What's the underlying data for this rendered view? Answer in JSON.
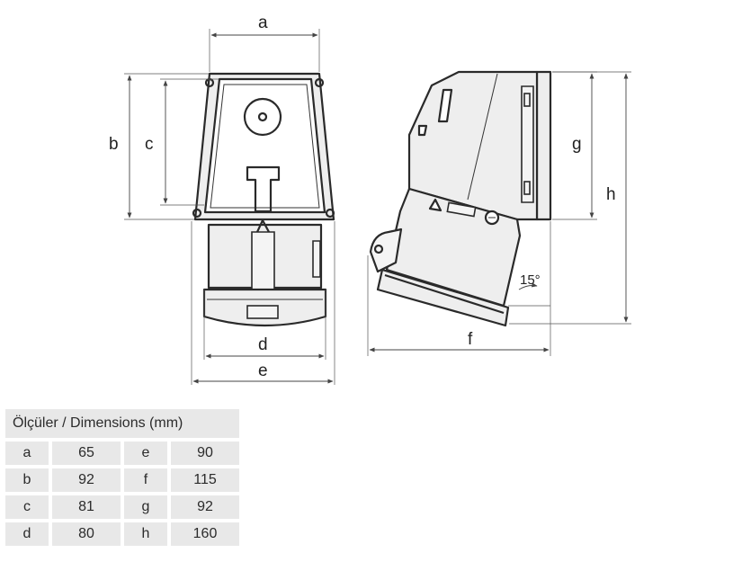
{
  "dimension_labels": {
    "a": "a",
    "b": "b",
    "c": "c",
    "d": "d",
    "e": "e",
    "f": "f",
    "g": "g",
    "h": "h",
    "angle": "15°"
  },
  "table": {
    "title": "Ölçüler / Dimensions (mm)",
    "rows": [
      {
        "k1": "a",
        "v1": "65",
        "k2": "e",
        "v2": "90"
      },
      {
        "k1": "b",
        "v1": "92",
        "k2": "f",
        "v2": "115"
      },
      {
        "k1": "c",
        "v1": "81",
        "k2": "g",
        "v2": "92"
      },
      {
        "k1": "d",
        "v1": "80",
        "k2": "h",
        "v2": "160"
      }
    ]
  }
}
